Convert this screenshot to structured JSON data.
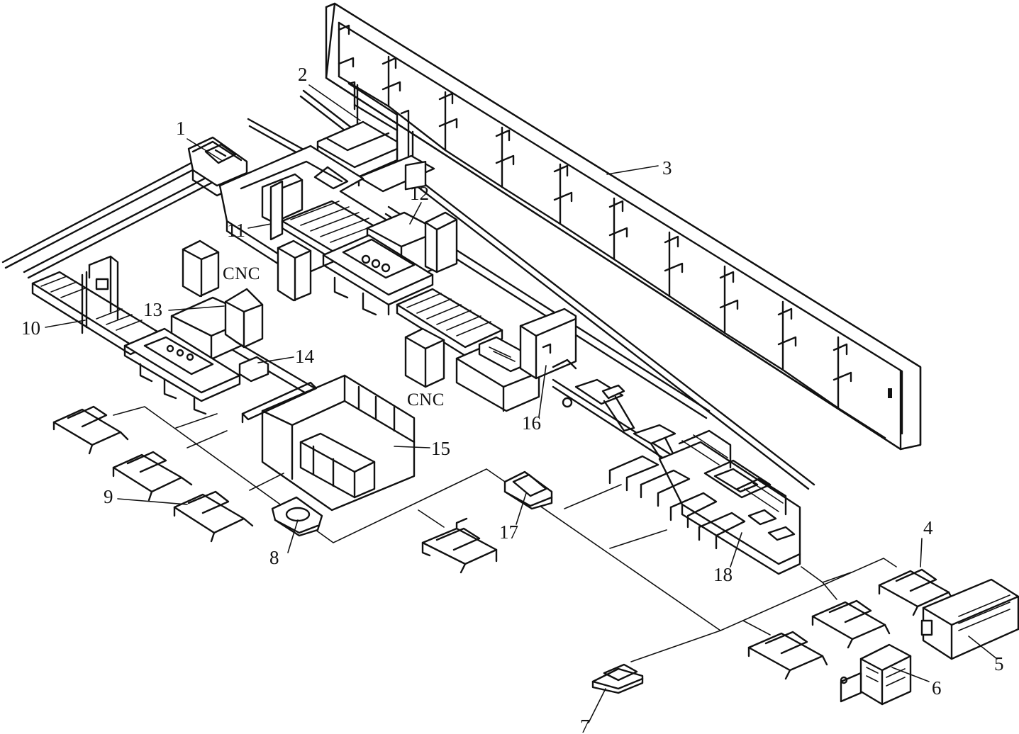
{
  "labels": {
    "n1": "1",
    "n2": "2",
    "n3": "3",
    "n4": "4",
    "n5": "5",
    "n6": "6",
    "n7": "7",
    "n8": "8",
    "n9": "9",
    "n10": "10",
    "n11": "11",
    "n12": "12",
    "n13": "13",
    "n14": "14",
    "n15": "15",
    "n16": "16",
    "n17": "17",
    "n18": "18",
    "cnc_a": "CNC",
    "cnc_b": "CNC"
  }
}
